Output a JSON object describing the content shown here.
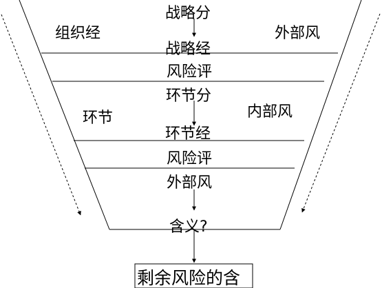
{
  "diagram": {
    "labels": {
      "top_left": "组织经",
      "top_right": "外部风",
      "mid_left": "环节",
      "mid_right": "内部风",
      "center_1": "战略分",
      "center_2": "战略经",
      "center_3": "风险评",
      "center_4": "环节分",
      "center_5": "环节经",
      "center_6": "风险评",
      "center_7": "外部风",
      "center_8": "含义?",
      "bottom_box": "剩余风险的含"
    }
  }
}
